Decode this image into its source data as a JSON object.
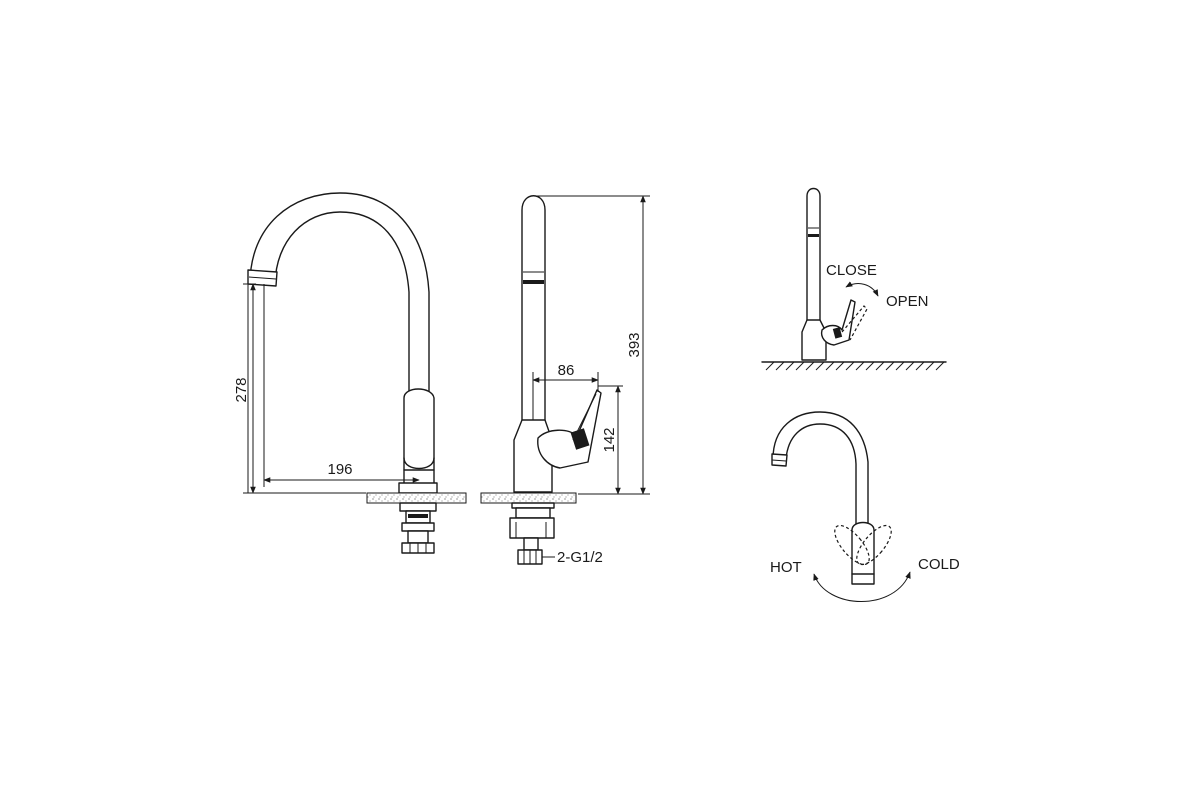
{
  "front_view": {
    "height_label": "278",
    "reach_label": "196"
  },
  "side_view": {
    "total_height_label": "393",
    "handle_reach_label": "86",
    "handle_height_label": "142",
    "inlet_label": "2-G1/2"
  },
  "lever_view": {
    "close_label": "CLOSE",
    "open_label": "OPEN"
  },
  "temperature_view": {
    "hot_label": "HOT",
    "cold_label": "COLD"
  }
}
